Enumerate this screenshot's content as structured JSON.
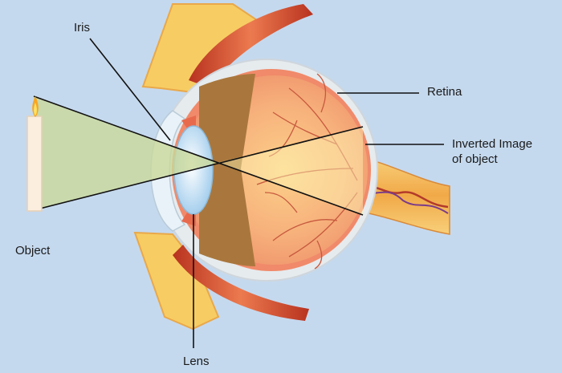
{
  "labels": {
    "iris": "Iris",
    "retina": "Retina",
    "inverted_image_line1": "Inverted Image",
    "inverted_image_line2": "of object",
    "object": "Object",
    "lens": "Lens"
  },
  "colors": {
    "background": "#c5d9ee",
    "light_cone": "#c9d89a",
    "eyeball_outer": "#e8ecef",
    "eyeball_inner": "#f4b27a",
    "retina_vessels": "#c7593e",
    "lens": "#cfe6f7",
    "iris": "#e86a4c",
    "ciliary": "#a9773d",
    "muscle": "#d9562f",
    "fat": "#f7cd63",
    "optic_nerve": "#f3b85a",
    "candle": "#fbeede",
    "flame": "#f6a623",
    "label_lines": "#111111"
  },
  "icons": [
    "candle-icon",
    "eyeball-icon"
  ]
}
